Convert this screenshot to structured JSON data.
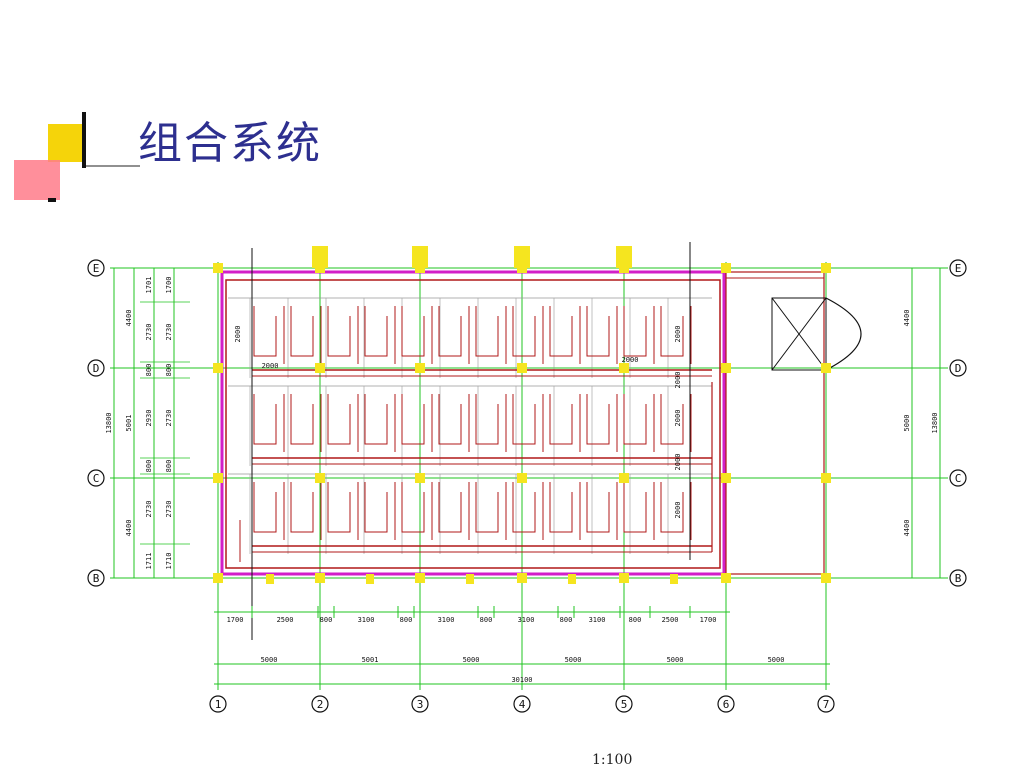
{
  "slide": {
    "title": "组合系统",
    "scale": "1:100"
  },
  "colors": {
    "title": "#2d2f8f",
    "dim": "#22c422",
    "wall": "#b01818",
    "pink": "#d21fc8",
    "column": "#f5e51f"
  },
  "grid": {
    "columns": [
      "1",
      "2",
      "3",
      "4",
      "5",
      "6",
      "7"
    ],
    "rows": [
      "E",
      "D",
      "C",
      "B"
    ]
  },
  "dims": {
    "bottom_detail": [
      "1700",
      "2500",
      "800",
      "3100",
      "800",
      "3100",
      "800",
      "3100",
      "800",
      "3100",
      "800",
      "2500",
      "1700"
    ],
    "bottom_bays": [
      "5000",
      "5001",
      "5000",
      "5000",
      "5000",
      "5000"
    ],
    "bottom_total": "30100",
    "left_outer": [
      "4400",
      "5001",
      "4400"
    ],
    "left_total": "13800",
    "left_mid": [
      "1701",
      "2730",
      "800",
      "2930",
      "800",
      "2730",
      "1711"
    ],
    "left_inner": [
      "1700",
      "2730",
      "800",
      "2730",
      "800",
      "2730",
      "1710"
    ],
    "right_outer": [
      "4400",
      "5000",
      "4400"
    ],
    "right_total": "13800",
    "inner_2000": [
      "2000",
      "2000",
      "2000",
      "2000",
      "2000",
      "2000",
      "2000",
      "2000"
    ]
  }
}
